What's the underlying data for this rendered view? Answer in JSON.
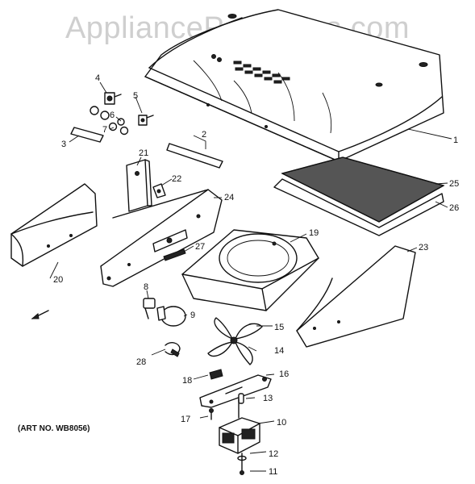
{
  "watermark": "AppliancePartsPros.com",
  "art_number": "(ART NO. WB8056)",
  "callouts": [
    "1",
    "2",
    "3",
    "4",
    "5",
    "6",
    "7",
    "8",
    "9",
    "10",
    "11",
    "12",
    "13",
    "14",
    "15",
    "16",
    "17",
    "18",
    "19",
    "20",
    "21",
    "22",
    "23",
    "24",
    "25",
    "26",
    "27",
    "28"
  ]
}
